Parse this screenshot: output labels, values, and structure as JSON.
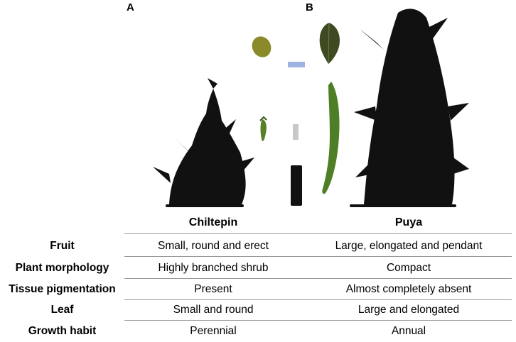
{
  "panels": {
    "a": "A",
    "b": "B"
  },
  "table": {
    "columns": [
      "Chiltepin",
      "Puya"
    ],
    "rows": [
      {
        "label": "Fruit",
        "values": [
          "Small, round and erect",
          "Large, elongated and pendant"
        ]
      },
      {
        "label": "Plant morphology",
        "values": [
          "Highly branched shrub",
          "Compact"
        ]
      },
      {
        "label": "Tissue pigmentation",
        "values": [
          "Present",
          "Almost completely absent"
        ]
      },
      {
        "label": "Leaf",
        "values": [
          "Small and round",
          "Large and elongated"
        ]
      },
      {
        "label": "Growth habit",
        "values": [
          "Perennial",
          "Annual"
        ]
      }
    ]
  },
  "colors": {
    "silhouette": "#111111",
    "chiltepin_leaf": "#8a8a2a",
    "puya_leaf": "#3d4a22",
    "pepper_green": "#4e7e26",
    "scale_blue": "#9db4e3",
    "scale_gray": "#c8c8c8",
    "scale_black": "#111111"
  }
}
